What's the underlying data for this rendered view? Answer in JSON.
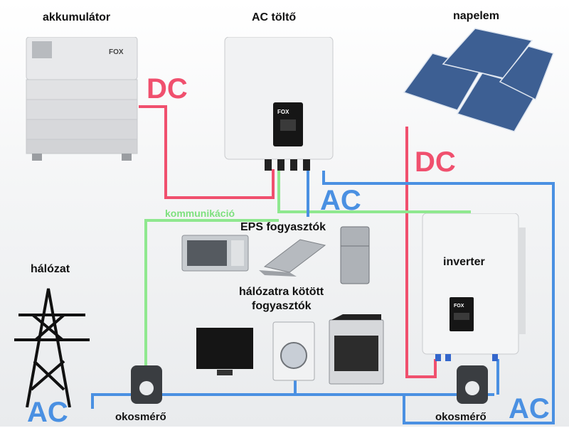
{
  "labels": {
    "battery": "akkumulátor",
    "ac_charger": "AC töltő",
    "solar": "napelem",
    "grid": "hálózat",
    "eps_loads": "EPS fogyasztók",
    "grid_loads_1": "hálózatra kötött",
    "grid_loads_2": "fogyasztók",
    "inverter": "inverter",
    "meter_left": "okosmérő",
    "meter_right": "okosmérő",
    "communication": "kommunikáció"
  },
  "power_labels": {
    "dc_battery": "DC",
    "dc_solar": "DC",
    "ac_charger": "AC",
    "ac_grid": "AC",
    "ac_right": "AC"
  },
  "brand": "FOX",
  "colors": {
    "dc": "#f0506e",
    "ac": "#4a90e2",
    "comm": "#7ee07e"
  }
}
